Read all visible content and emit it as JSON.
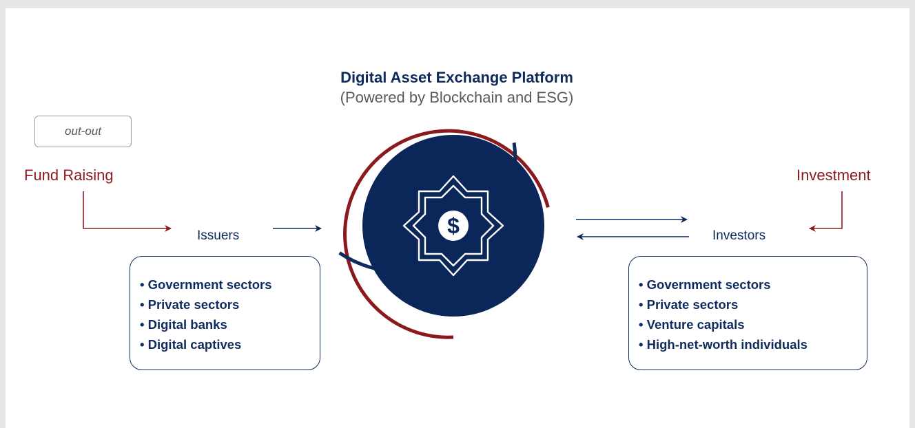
{
  "title": "Digital Asset Exchange Platform",
  "subtitle": "(Powered by Blockchain and ESG)",
  "tag": "out-out",
  "left": {
    "heading": "Fund Raising",
    "node": "Issuers",
    "items": [
      "Government sectors",
      "Private sectors",
      "Digital banks",
      "Digital captives"
    ]
  },
  "right": {
    "heading": "Investment",
    "node": "Investors",
    "items": [
      "Government sectors",
      "Private sectors",
      "Venture capitals",
      "High-net-worth individuals"
    ]
  },
  "center": {
    "symbol": "$",
    "icon": "dollar-star-icon"
  },
  "colors": {
    "navy": "#0f2a5c",
    "maroon": "#8b1a1f",
    "circle": "#0b2659"
  }
}
